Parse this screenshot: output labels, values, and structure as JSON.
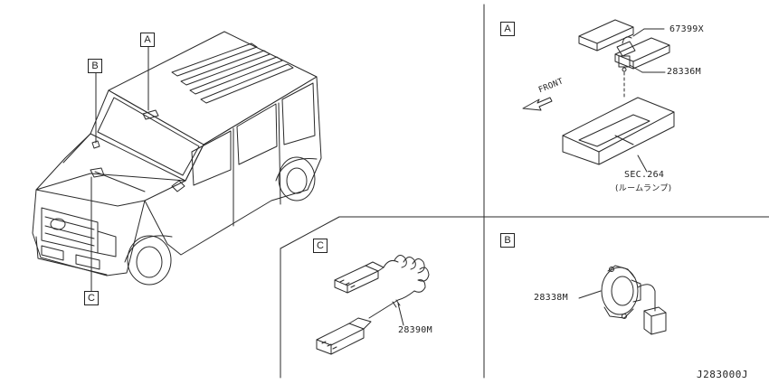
{
  "callouts": {
    "car_A": "A",
    "car_B": "B",
    "car_C": "C",
    "panel_A": "A",
    "panel_B": "B",
    "panel_C": "C"
  },
  "parts": {
    "p67399x": "67399X",
    "p28336m": "28336M",
    "sec264": "SEC.264",
    "room_lamp": "(ルームランプ)",
    "front": "FRONT",
    "p28390m": "28390M",
    "p28338m": "28338M"
  },
  "drawing_id": "J283000J"
}
